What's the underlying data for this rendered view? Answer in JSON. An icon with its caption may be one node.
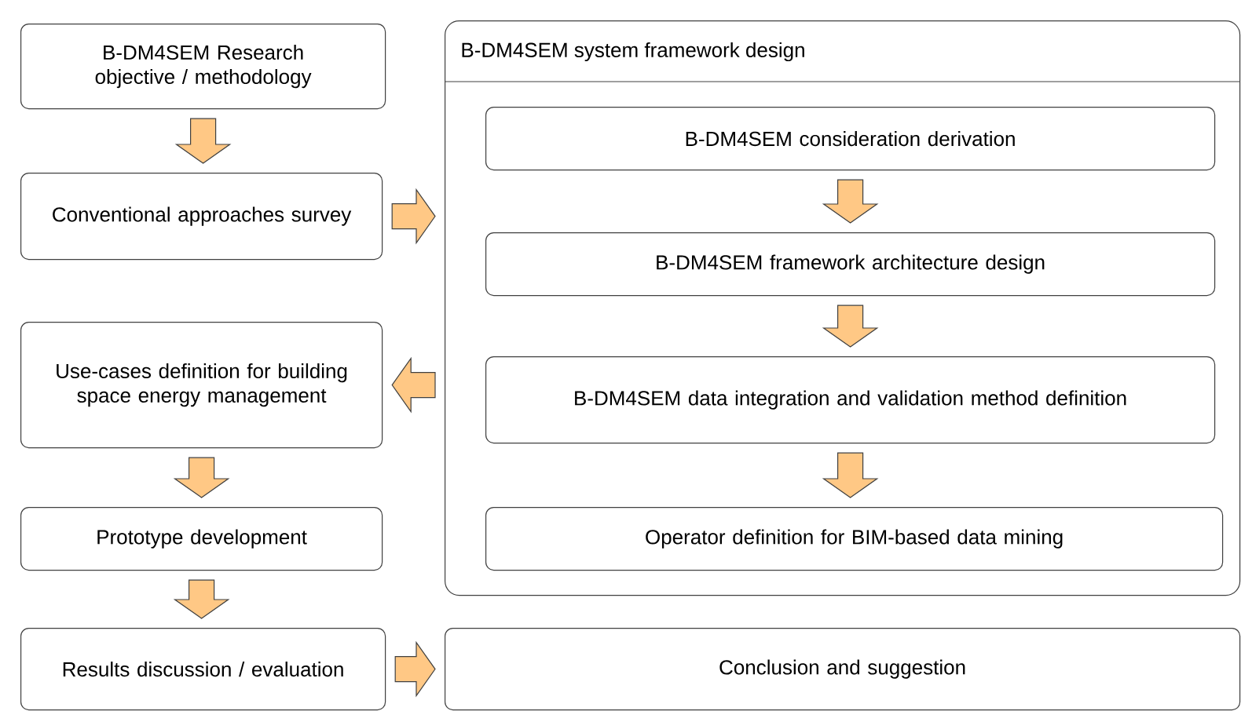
{
  "diagram": {
    "nodes": [
      {
        "text": [
          "B-DM4SEM Research objective / methodology"
        ]
      },
      {
        "text": [
          "Conventional approaches survey"
        ]
      },
      {
        "text": [
          "Use-cases definition for building space energy management"
        ]
      },
      {
        "text": [
          "Prototype development"
        ]
      },
      {
        "text": [
          "Results discussion / evaluation"
        ]
      },
      {
        "text": [
          "B-DM4SEM system framework design"
        ]
      },
      {
        "text": [
          "B-DM4SEM consideration derivation"
        ],
        "in": 5
      },
      {
        "text": [
          "B-DM4SEM framework architecture design"
        ],
        "in": 5
      },
      {
        "text": [
          "B-DM4SEM data integration and validation method definition"
        ],
        "in": 5
      },
      {
        "text": [
          "Operator definition for BIM-based data mining"
        ],
        "in": 5
      },
      {
        "text": [
          "Conclusion and suggestion"
        ]
      }
    ],
    "edges": [
      {
        "from": 0,
        "to": 1,
        "arrow": "to"
      },
      {
        "from": 1,
        "to": 5,
        "arrow": "to"
      },
      {
        "from": 5,
        "to": 2,
        "arrow": "to"
      },
      {
        "from": 2,
        "to": 3,
        "arrow": "to"
      },
      {
        "from": 3,
        "to": 4,
        "arrow": "to"
      },
      {
        "from": 4,
        "to": 10,
        "arrow": "to"
      },
      {
        "from": 6,
        "to": 7,
        "arrow": "to"
      },
      {
        "from": 7,
        "to": 8,
        "arrow": "to"
      },
      {
        "from": 8,
        "to": 9,
        "arrow": "to"
      }
    ]
  }
}
